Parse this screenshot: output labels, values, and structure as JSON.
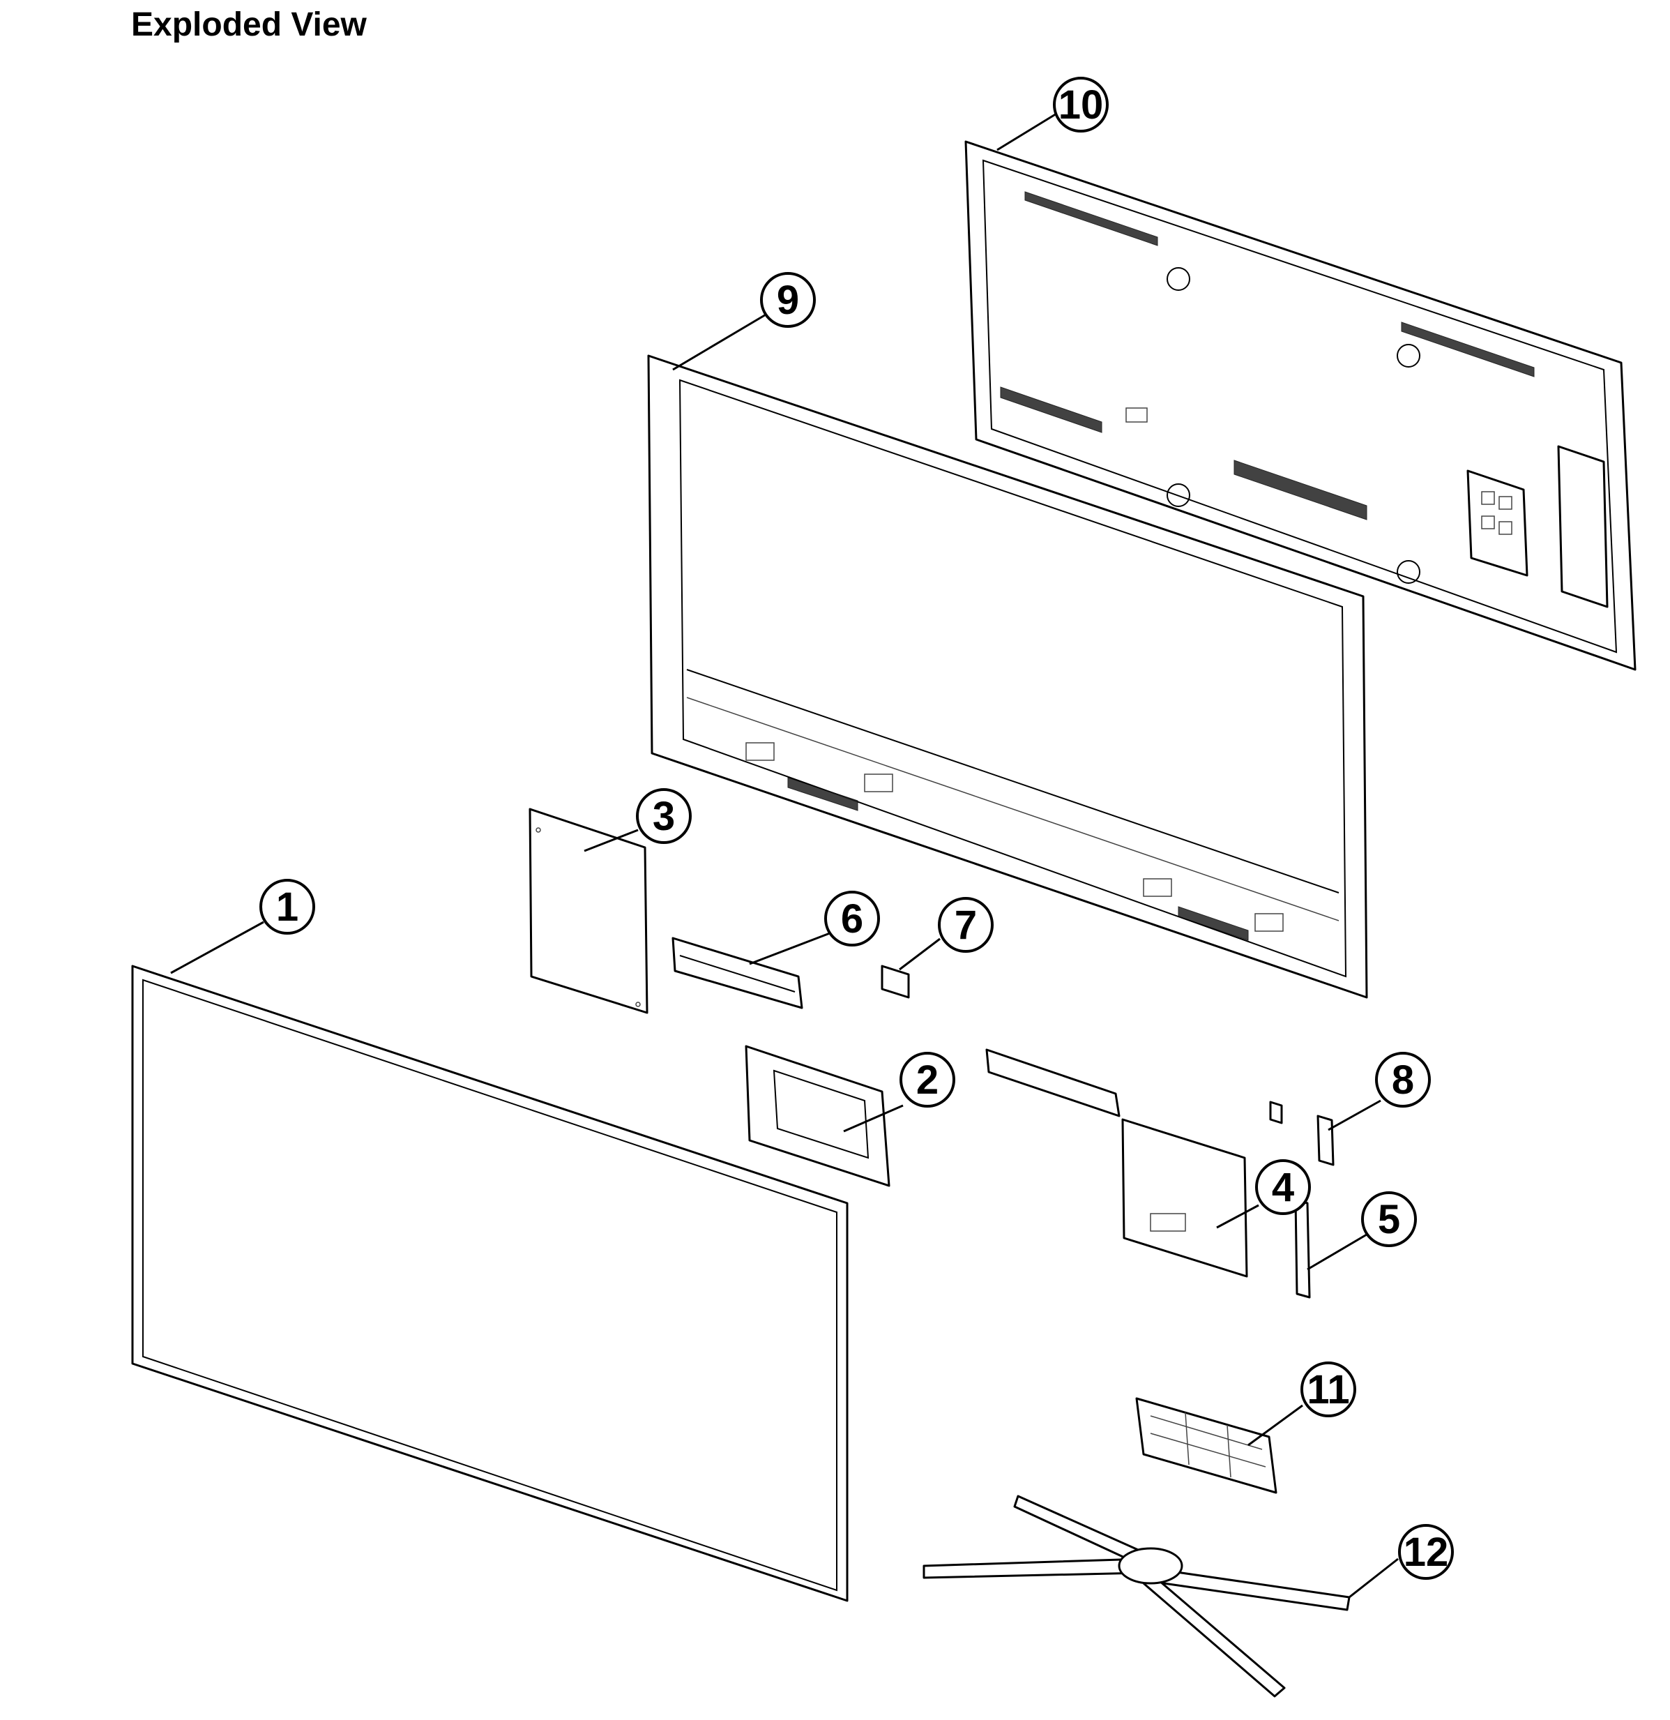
{
  "title": "Exploded View",
  "colors": {
    "line": "#000000",
    "background": "#ffffff"
  },
  "callouts": [
    {
      "id": "1",
      "label": "1"
    },
    {
      "id": "2",
      "label": "2"
    },
    {
      "id": "3",
      "label": "3"
    },
    {
      "id": "4",
      "label": "4"
    },
    {
      "id": "5",
      "label": "5"
    },
    {
      "id": "6",
      "label": "6"
    },
    {
      "id": "7",
      "label": "7"
    },
    {
      "id": "8",
      "label": "8"
    },
    {
      "id": "9",
      "label": "9"
    },
    {
      "id": "10",
      "label": "10"
    },
    {
      "id": "11",
      "label": "11"
    },
    {
      "id": "12",
      "label": "12"
    }
  ]
}
